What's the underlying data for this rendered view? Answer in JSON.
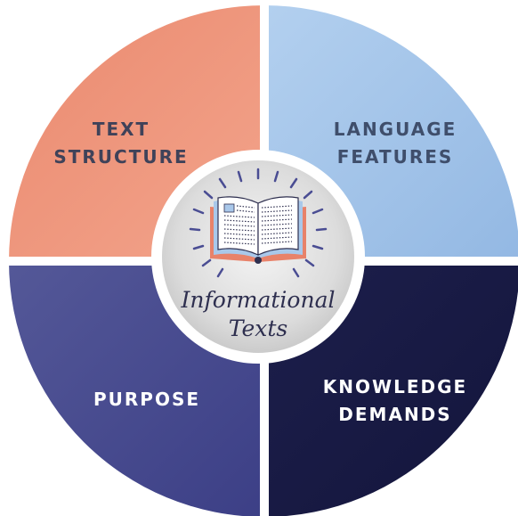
{
  "diagram": {
    "center": {
      "title_line1": "Informational",
      "title_line2": "Texts",
      "icon": "open-book-icon",
      "title_color": "#2e2f4f"
    },
    "quadrants": [
      {
        "id": "top-left",
        "line1": "TEXT",
        "line2": "STRUCTURE",
        "color": "#ee957b",
        "text_color": "#3f4259"
      },
      {
        "id": "top-right",
        "line1": "LANGUAGE",
        "line2": "FEATURES",
        "color": "#a9c8ea",
        "text_color": "#3f4e6b"
      },
      {
        "id": "bottom-left",
        "line1": "PURPOSE",
        "line2": "",
        "color": "#4a4d93",
        "text_color": "#ffffff"
      },
      {
        "id": "bottom-right",
        "line1": "KNOWLEDGE",
        "line2": "DEMANDS",
        "color": "#181a45",
        "text_color": "#ffffff"
      }
    ]
  }
}
